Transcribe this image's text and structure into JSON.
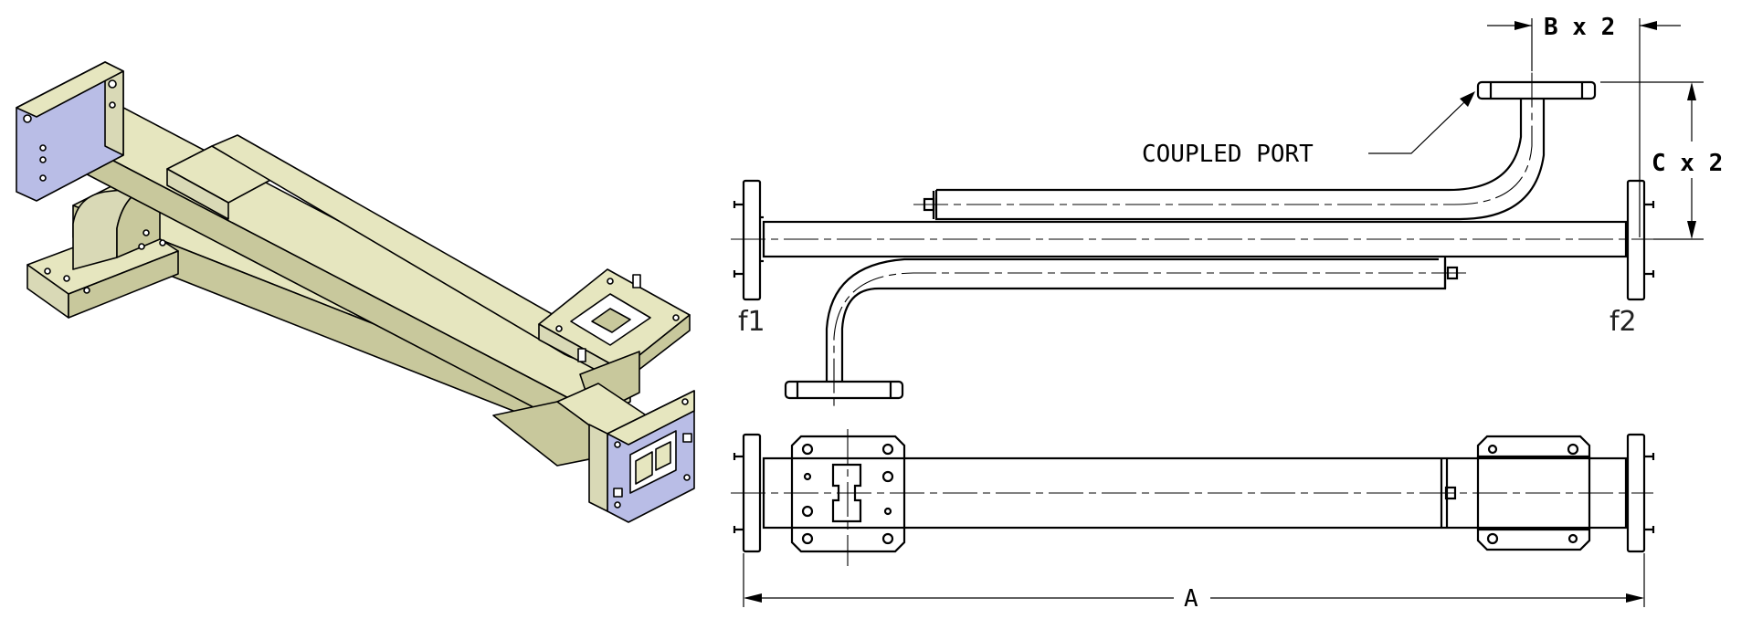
{
  "views": {
    "iso_title": "",
    "coupled_port_label": "COUPLED PORT",
    "port_f1_label": "f1",
    "port_f2_label": "f2",
    "dim_b_label": "B x 2",
    "dim_c_label": "C x 2",
    "dim_a_label": "A"
  },
  "colors": {
    "body": "#e6e6bf",
    "body_shade": "#c8c89c",
    "body_dark": "#a9a97e",
    "flange_face": "#b9bde6",
    "flange_side": "#d9d9b6",
    "line": "#000000"
  }
}
